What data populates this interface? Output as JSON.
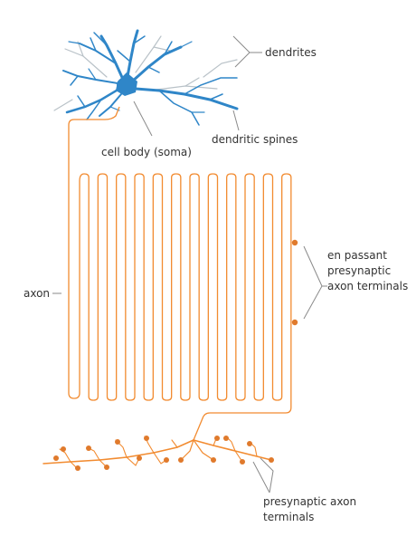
{
  "labels": {
    "dendrites": "dendrites",
    "dendritic_spines": "dendritic spines",
    "cell_body": "cell body (soma)",
    "axon": "axon",
    "en_passant_line1": "en passant",
    "en_passant_line2": "presynaptic",
    "en_passant_line3": "axon terminals",
    "presynaptic_line1": "presynaptic axon",
    "presynaptic_line2": "terminals"
  },
  "colors": {
    "dendrite_blue": "#2f86c8",
    "axon_orange": "#f28b30",
    "leader_gray": "#8a8a8a",
    "text": "#333333"
  }
}
